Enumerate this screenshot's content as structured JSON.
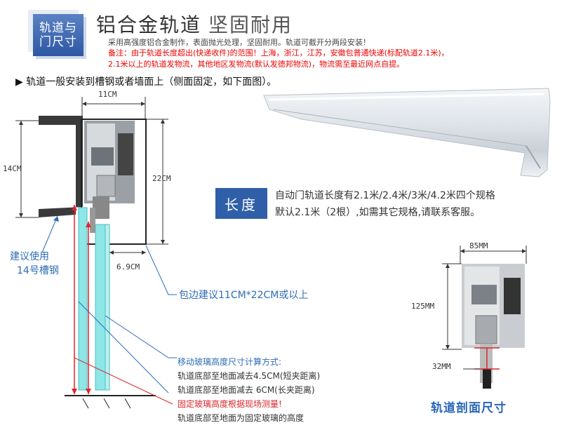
{
  "header": {
    "badge_line1": "轨道与",
    "badge_line2": "门尺寸",
    "title": "铝合金轨道",
    "subtitle": "坚固耐用",
    "description": "采用高强度铝合金制作，表面抛光处理，坚固耐用。轨道可截开分两段安装！",
    "note_line1": "备注：由于轨道长度超出(快递收件)的范围！上海，浙江，江苏，安徽包普通快递(标配轨道2.1米)，",
    "note_line2": "2.1米以上的轨道发物流，其他地区发物流(默认发德邦物流)，物流需至最近网点自提。"
  },
  "install": {
    "text": "▶ 轨道一般安装到槽钢或者墙面上（侧面固定，如下面图）。"
  },
  "diagram": {
    "width_label": "11CM",
    "height_label": "14CM",
    "box_height_label": "22CM",
    "offset_label": "6.9CM",
    "channel_label_line1": "建议使用",
    "channel_label_line2": "14号槽钢",
    "wrap_label": "包边建议11CM*22CM或以上",
    "calc_title": "移动玻璃高度尺寸计算方式:",
    "calc_line1": "轨道底部至地面减去4.5CM(短夹距离)",
    "calc_line2": "轨道底部至地面减去 6CM(长夹距离)",
    "fixed_title": "固定玻璃高度根据现场测量!",
    "fixed_line": "轨道底部至地面为固定玻璃的高度"
  },
  "length": {
    "label": "长度",
    "line1": "自动门轨道长度有2.1米/2.4米/3米/4.2米四个规格",
    "line2": "默认2.1米（2根）,如需其它规格,请联系客服。"
  },
  "section": {
    "width_label": "85MM",
    "height_label": "125MM",
    "bottom_label": "32MM",
    "caption": "轨道剖面尺寸"
  },
  "colors": {
    "accent_blue": "#2f5fa9",
    "note_red": "#e00000",
    "dim_red": "#d9262c",
    "glass": "#7fe3e3"
  }
}
